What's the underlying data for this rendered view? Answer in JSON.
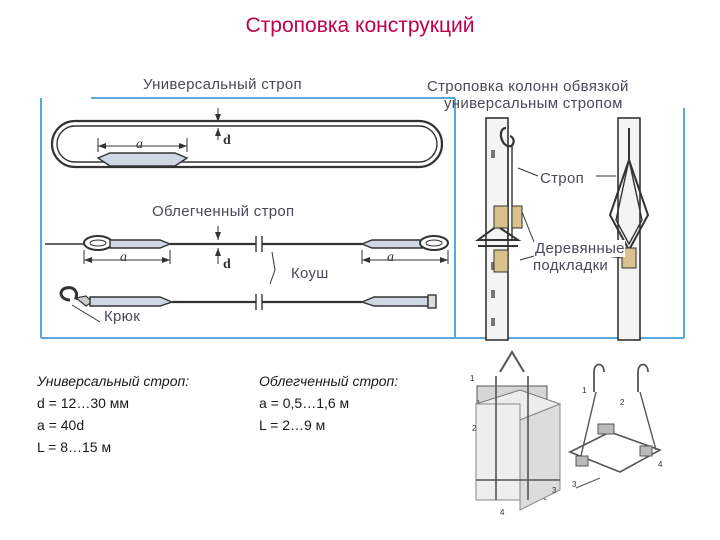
{
  "title": "Строповка конструкций",
  "universal_sling": {
    "heading": "Универсальный   строп",
    "dim_a": "a",
    "dim_d": "d"
  },
  "light_sling": {
    "heading": "Облегченный   строп",
    "dim_a_left": "a",
    "dim_a_right": "a",
    "dim_d": "d",
    "thimble": "Коуш",
    "hook": "Крюк"
  },
  "column_slinging": {
    "heading_line1": "Строповка  колонн  обвязкой",
    "heading_line2": "универсальным  стропом",
    "sling_label": "Строп",
    "pads_line1": "Деревянные",
    "pads_line2": "подкладки"
  },
  "specs_universal": {
    "heading": "Универсальный строп:",
    "line1": "d = 12…30 мм",
    "line2": "a = 40d",
    "line3": "L = 8…15 м"
  },
  "specs_light": {
    "heading": "Облегченный строп:",
    "line1": "a = 0,5…1,6 м",
    "line2": "L = 2…9 м"
  },
  "photo_labels": {
    "left_1": "1",
    "left_2": "2",
    "left_3": "3",
    "left_4": "4",
    "right_1": "1",
    "right_2": "2",
    "right_3": "3",
    "right_4": "4"
  }
}
